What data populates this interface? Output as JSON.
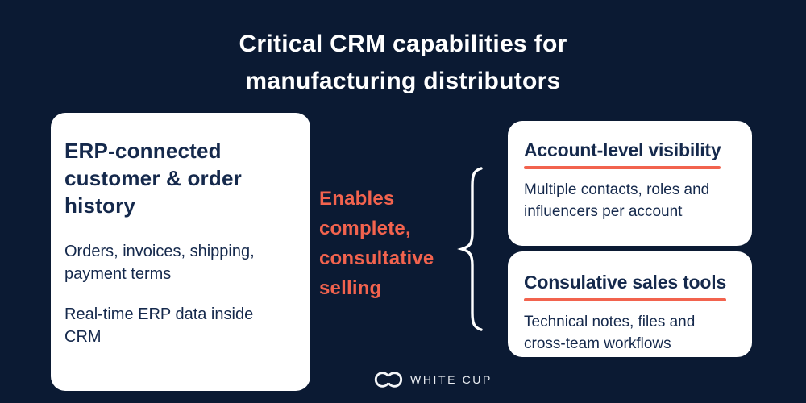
{
  "title": {
    "line1": "Critical CRM capabilities for",
    "line2": "manufacturing distributors"
  },
  "left_card": {
    "title": "ERP-connected customer & order history",
    "paragraphs": [
      "Orders, invoices, shipping, payment terms",
      "Real-time ERP data inside CRM"
    ]
  },
  "middle": {
    "label": "Enables complete, consultative selling",
    "brace_icon": "curly-brace"
  },
  "right_cards": [
    {
      "title": "Account-level visibility",
      "body": "Multiple contacts, roles and influencers per account"
    },
    {
      "title": "Consulative sales tools",
      "body": "Technical notes, files and cross-team workflows"
    }
  ],
  "footer": {
    "brand": "WHITE CUP",
    "logo_icon": "double-c-rings"
  },
  "colors": {
    "background": "#0B1A33",
    "card": "#FFFFFF",
    "navy_text": "#15294C",
    "accent_orange": "#F2634E",
    "title_white": "#FFFFFF",
    "logo_text": "#E9ECF1"
  }
}
